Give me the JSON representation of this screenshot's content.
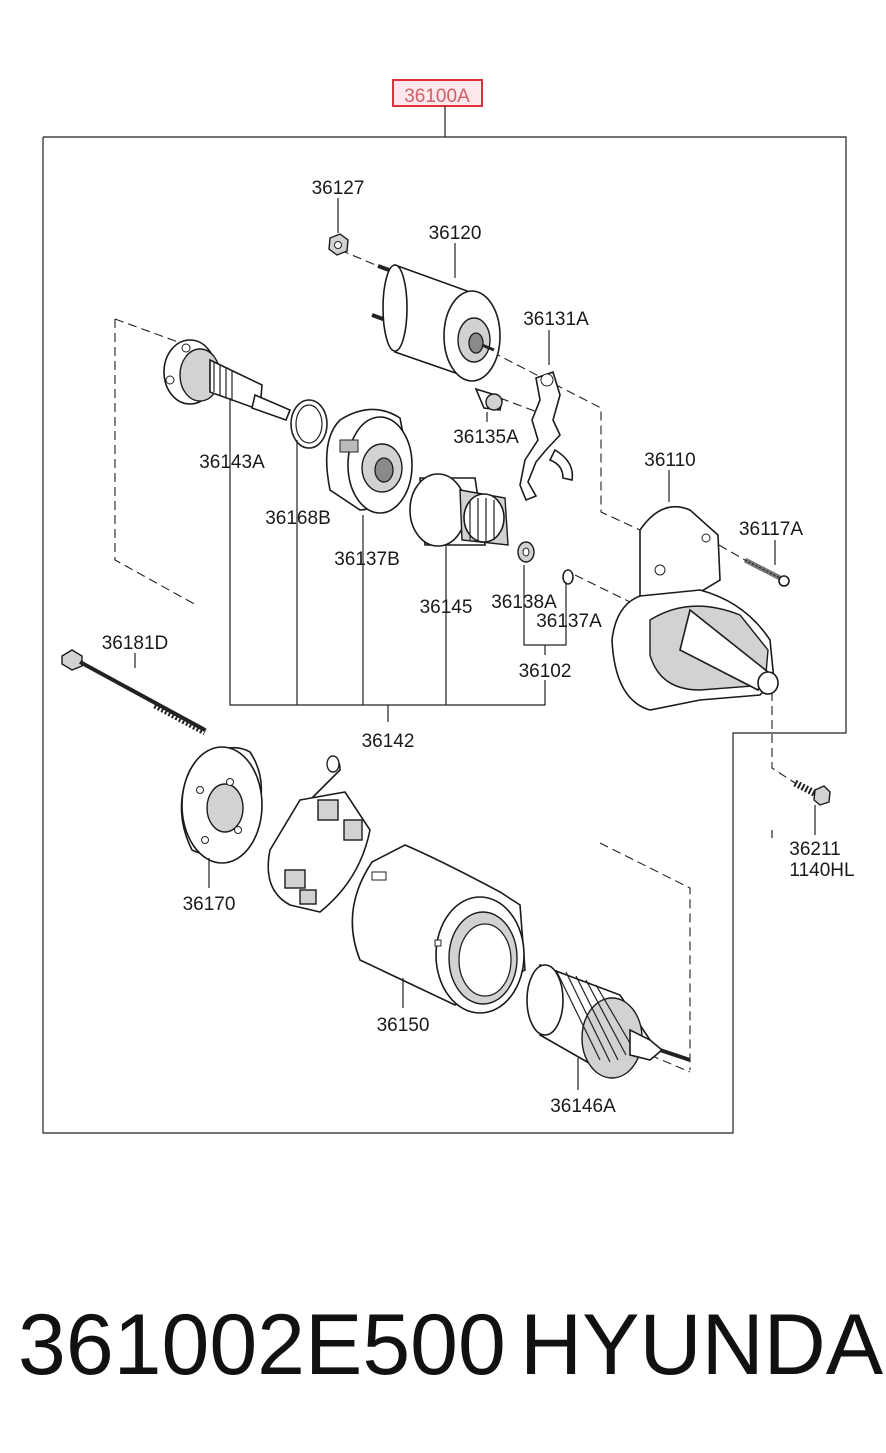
{
  "main_assembly": {
    "part_no": "36100A",
    "highlight_color": "#e0313a"
  },
  "part_labels": {
    "p36127": "36127",
    "p36120": "36120",
    "p36131A": "36131A",
    "p36135A": "36135A",
    "p36110": "36110",
    "p36143A": "36143A",
    "p36168B": "36168B",
    "p36137B": "36137B",
    "p36145": "36145",
    "p36138A": "36138A",
    "p36137A": "36137A",
    "p36117A": "36117A",
    "p36181D": "36181D",
    "p36102": "36102",
    "p36142": "36142",
    "p36211": "36211",
    "p1140HL": "1140HL",
    "p36170": "36170",
    "p36150": "36150",
    "p36146A": "36146A"
  },
  "footer": {
    "part_number": "361002E500",
    "brand": "HYUNDAI"
  }
}
